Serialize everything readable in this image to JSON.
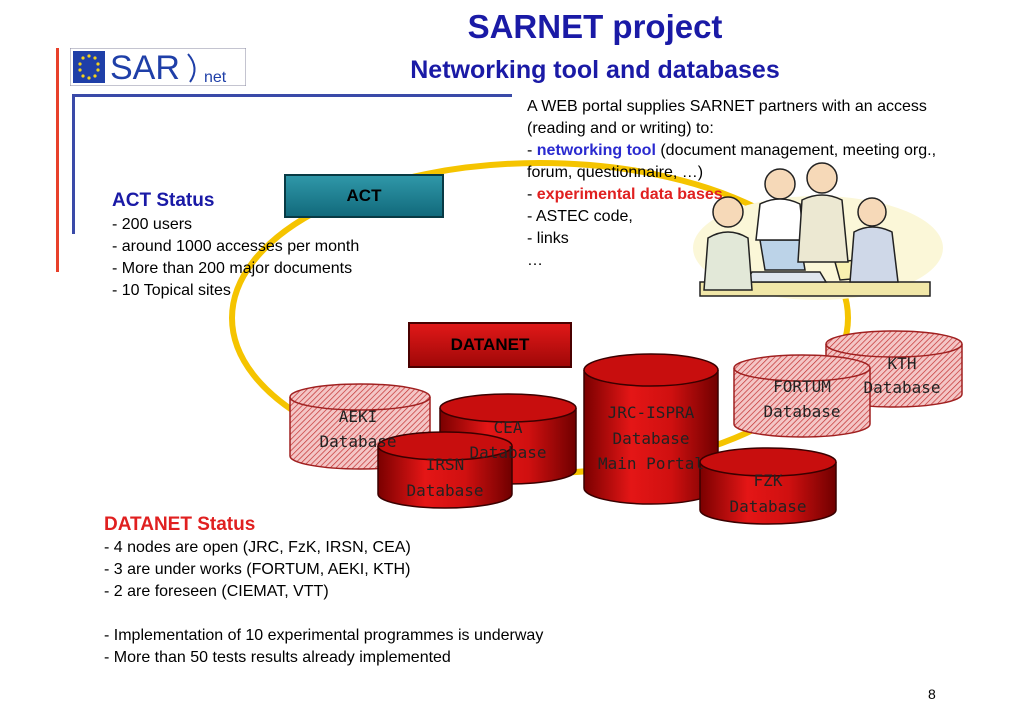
{
  "title": "SARNET project",
  "subtitle": "Networking tool and databases",
  "logo": {
    "text_main": "SAR",
    "text_sub": "net",
    "flag_color": "#1f3fa8",
    "star_color": "#f4d21a"
  },
  "portal": {
    "line1": "A WEB portal supplies SARNET partners with an access",
    "line2": "(reading and or writing) to:",
    "dash": "- ",
    "networking_tool": "networking tool",
    "networking_rest": " (document management, meeting org.,",
    "line4": "forum, questionnaire, …)",
    "experimental": "experimental data bases",
    "astec": "- ASTEC code,",
    "links": "- links",
    "ellipsis": "…"
  },
  "act_status": {
    "heading": "ACT Status",
    "items": [
      "- 200 users",
      "- around 1000 accesses per month",
      "- More than 200 major documents",
      "- 10 Topical sites"
    ]
  },
  "act_box": "ACT",
  "datanet_box": "DATANET",
  "databases": {
    "kth": [
      "KTH",
      "Database"
    ],
    "fortum": [
      "FORTUM",
      "Database"
    ],
    "jrc": [
      "JRC-ISPRA",
      "Database",
      "Main Portal"
    ],
    "aeki": [
      "AEKI",
      "Database"
    ],
    "cea": [
      "CEA",
      "Database"
    ],
    "irsn": [
      "IRSN",
      "Database"
    ],
    "fzk": [
      "FZK",
      "Database"
    ]
  },
  "datanet_status": {
    "heading": "DATANET Status",
    "items": [
      "- 4 nodes are open (JRC, FzK, IRSN, CEA)",
      "- 3 are under works (FORTUM, AEKI, KTH)",
      "- 2 are foreseen (CIEMAT, VTT)",
      "",
      "- Implementation of 10 experimental programmes is underway",
      "- More than 50 tests results already implemented"
    ]
  },
  "page_number": "8",
  "colors": {
    "title_blue": "#1a1aa6",
    "ring_yellow": "#f5c400",
    "db_red": "#d01010",
    "act_teal": "#1e7f90",
    "accent_red": "#e02020"
  }
}
